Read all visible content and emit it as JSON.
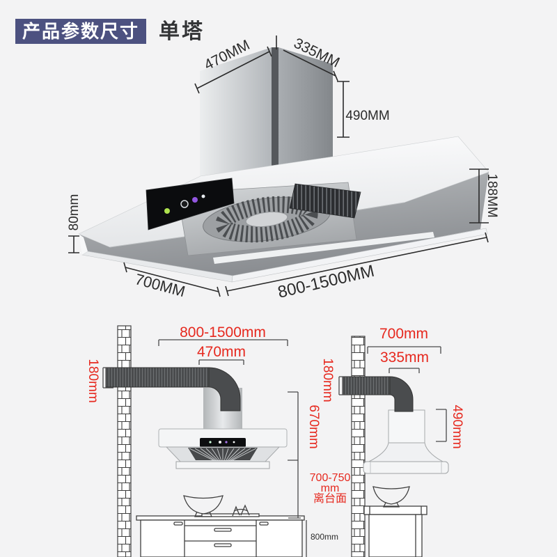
{
  "header": {
    "badge_text": "产品参数尺寸",
    "subtitle": "单塔"
  },
  "colors": {
    "badge_bg": "#4c5180",
    "red": "#e6281e",
    "black": "#2b2b2b"
  },
  "render3d": {
    "top_width": "470MM",
    "top_depth": "335MM",
    "chimney_height": "490MM",
    "right_height": "188MM",
    "left_edge_height": "80mm",
    "depth": "700MM",
    "width_range": "800-1500MM"
  },
  "front_view": {
    "width_range": "800-1500mm",
    "chimney_width": "470mm",
    "flue_diameter": "180mm",
    "hood_height": "670mm",
    "clearance_line1": "700-750",
    "clearance_line2": "mm",
    "clearance_line3": "离台面",
    "counter_height": "800mm"
  },
  "side_view": {
    "depth": "700mm",
    "chimney_depth": "335mm",
    "flue_diameter": "180mm",
    "chimney_height": "490mm"
  }
}
